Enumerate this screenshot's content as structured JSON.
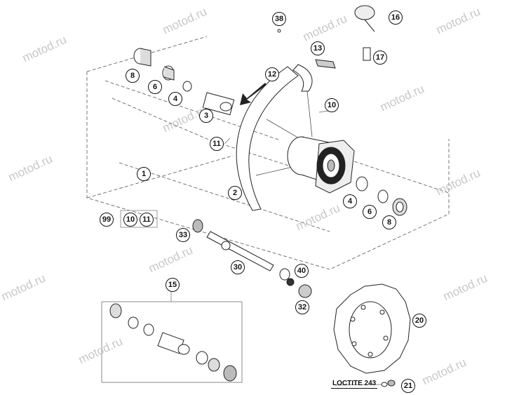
{
  "watermark": "motod.ru",
  "note_text": "LOCTITE 243",
  "labels": {
    "p1": "1",
    "p2": "2",
    "p3": "3",
    "p4a": "4",
    "p4b": "4",
    "p6a": "6",
    "p6b": "6",
    "p8a": "8",
    "p8b": "8",
    "p10a": "10",
    "p10b": "10",
    "p11a": "11",
    "p11b": "11",
    "p12": "12",
    "p13": "13",
    "p15": "15",
    "p16": "16",
    "p17": "17",
    "p20": "20",
    "p21": "21",
    "p30": "30",
    "p32": "32",
    "p33": "33",
    "p38": "38",
    "p40": "40",
    "p99": "99"
  }
}
